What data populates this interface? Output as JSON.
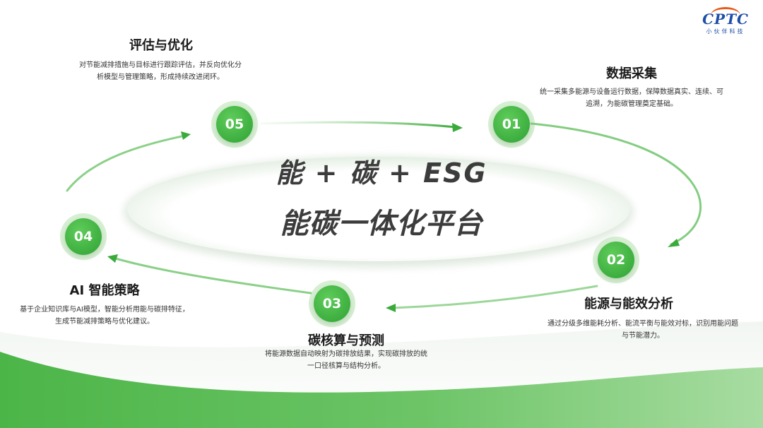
{
  "logo": {
    "text": "CPTC",
    "subtitle": "小伙伴科技"
  },
  "center": {
    "line1": "能 + 碳 + ESG",
    "line2": "能碳一体化平台"
  },
  "colors": {
    "accent": "#3aaa3a",
    "accent_light": "#8fd48a",
    "title": "#3c3c3c"
  },
  "steps": [
    {
      "number": "01",
      "title": "数据采集",
      "desc": "统一采集多能源与设备运行数据，保障数据真实、连续、可追溯，为能碳管理奠定基础。"
    },
    {
      "number": "02",
      "title": "能源与能效分析",
      "desc": "通过分级多维能耗分析、能流平衡与能效对标，识别用能问题与节能潜力。"
    },
    {
      "number": "03",
      "title": "碳核算与预测",
      "desc": "将能源数据自动映射为碳排放结果，实现碳排放的统一口径核算与结构分析。"
    },
    {
      "number": "04",
      "title": "AI 智能策略",
      "desc": "基于企业知识库与AI模型，智能分析用能与碳排特征，生成节能减排策略与优化建议。"
    },
    {
      "number": "05",
      "title": "评估与优化",
      "desc": "对节能减排措施与目标进行跟踪评估，并反向优化分析模型与管理策略，形成持续改进闭环。"
    }
  ]
}
